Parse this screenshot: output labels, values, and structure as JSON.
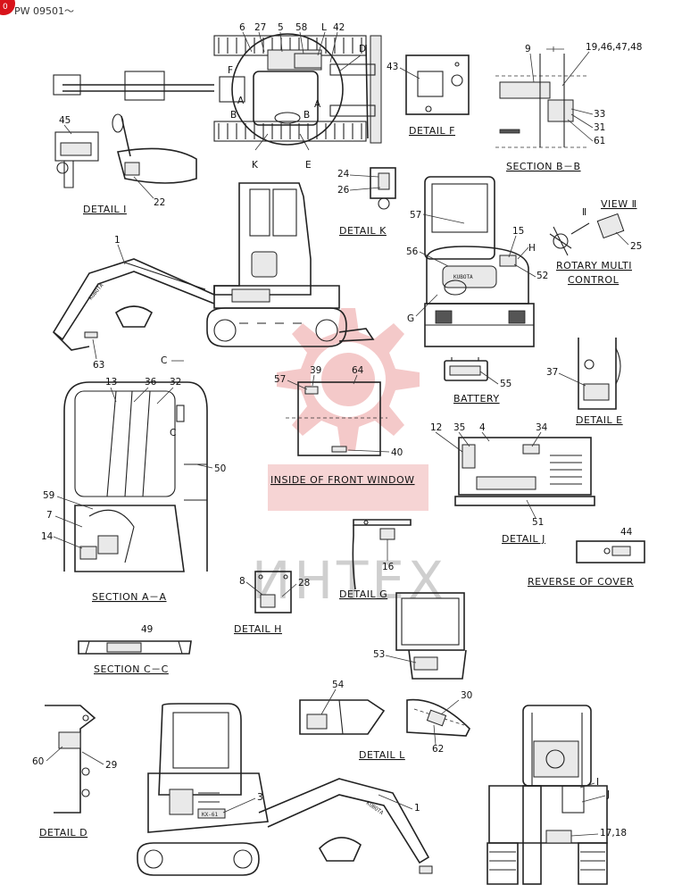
{
  "sheet": {
    "code": "PW 09501～",
    "corner_badge": "0",
    "watermark": "ИНТЕХ",
    "accent_color": "#d8141b"
  },
  "captions": {
    "detail_f": "DETAIL  F",
    "section_bb": "SECTION  B－B",
    "detail_i": "DETAIL  I",
    "detail_k": "DETAIL  K",
    "view_ii": "VIEW  Ⅱ",
    "rotary_1": "ROTARY MULTI",
    "rotary_2": "CONTROL",
    "battery": "BATTERY",
    "detail_e": "DETAIL  E",
    "inside_front_window": "INSIDE OF FRONT WINDOW",
    "detail_j": "DETAIL  J",
    "reverse_cover": "REVERSE OF COVER",
    "section_aa": "SECTION  A－A",
    "detail_g": "DETAIL  G",
    "detail_h": "DETAIL  H",
    "section_cc": "SECTION  C－C",
    "detail_l": "DETAIL  L",
    "detail_d": "DETAIL  D"
  },
  "callouts": {
    "n6": "6",
    "n27": "27",
    "n5": "5",
    "n58": "58",
    "nL": "L",
    "n42": "42",
    "nD": "D",
    "nF": "F",
    "nA1": "A",
    "nB1": "B",
    "nB2": "B",
    "nA2": "A",
    "nK": "K",
    "nE": "E",
    "n43": "43",
    "n9": "9",
    "n19": "19,46,47,48",
    "n33": "33",
    "n31": "31",
    "n61": "61",
    "n45": "45",
    "n22": "22",
    "n24": "24",
    "n26": "26",
    "n57a": "57",
    "n15": "15",
    "nH": "H",
    "nII": "Ⅱ",
    "n25": "25",
    "n1a": "1",
    "n56": "56",
    "n52": "52",
    "nG": "G",
    "n63": "63",
    "nC": "C",
    "n39": "39",
    "n64": "64",
    "n57b": "57",
    "n40": "40",
    "n55": "55",
    "n37": "37",
    "n13": "13",
    "n36": "36",
    "n32": "32",
    "nC2": "C",
    "n50": "50",
    "n12": "12",
    "n35": "35",
    "n4": "4",
    "n34": "34",
    "n59": "59",
    "n7": "7",
    "n14": "14",
    "n51": "51",
    "n44": "44",
    "n16": "16",
    "n8": "8",
    "n28": "28",
    "n49": "49",
    "n53": "53",
    "n54": "54",
    "n30": "30",
    "n62": "62",
    "n60": "60",
    "n29": "29",
    "n3": "3",
    "n1b": "1",
    "nI2": "I",
    "nJ": "J",
    "n17": "17,18"
  },
  "machine_marks": {
    "brand_front": "KUBOTA",
    "brand_boom": "KUBOTA",
    "model": "KX-61"
  }
}
